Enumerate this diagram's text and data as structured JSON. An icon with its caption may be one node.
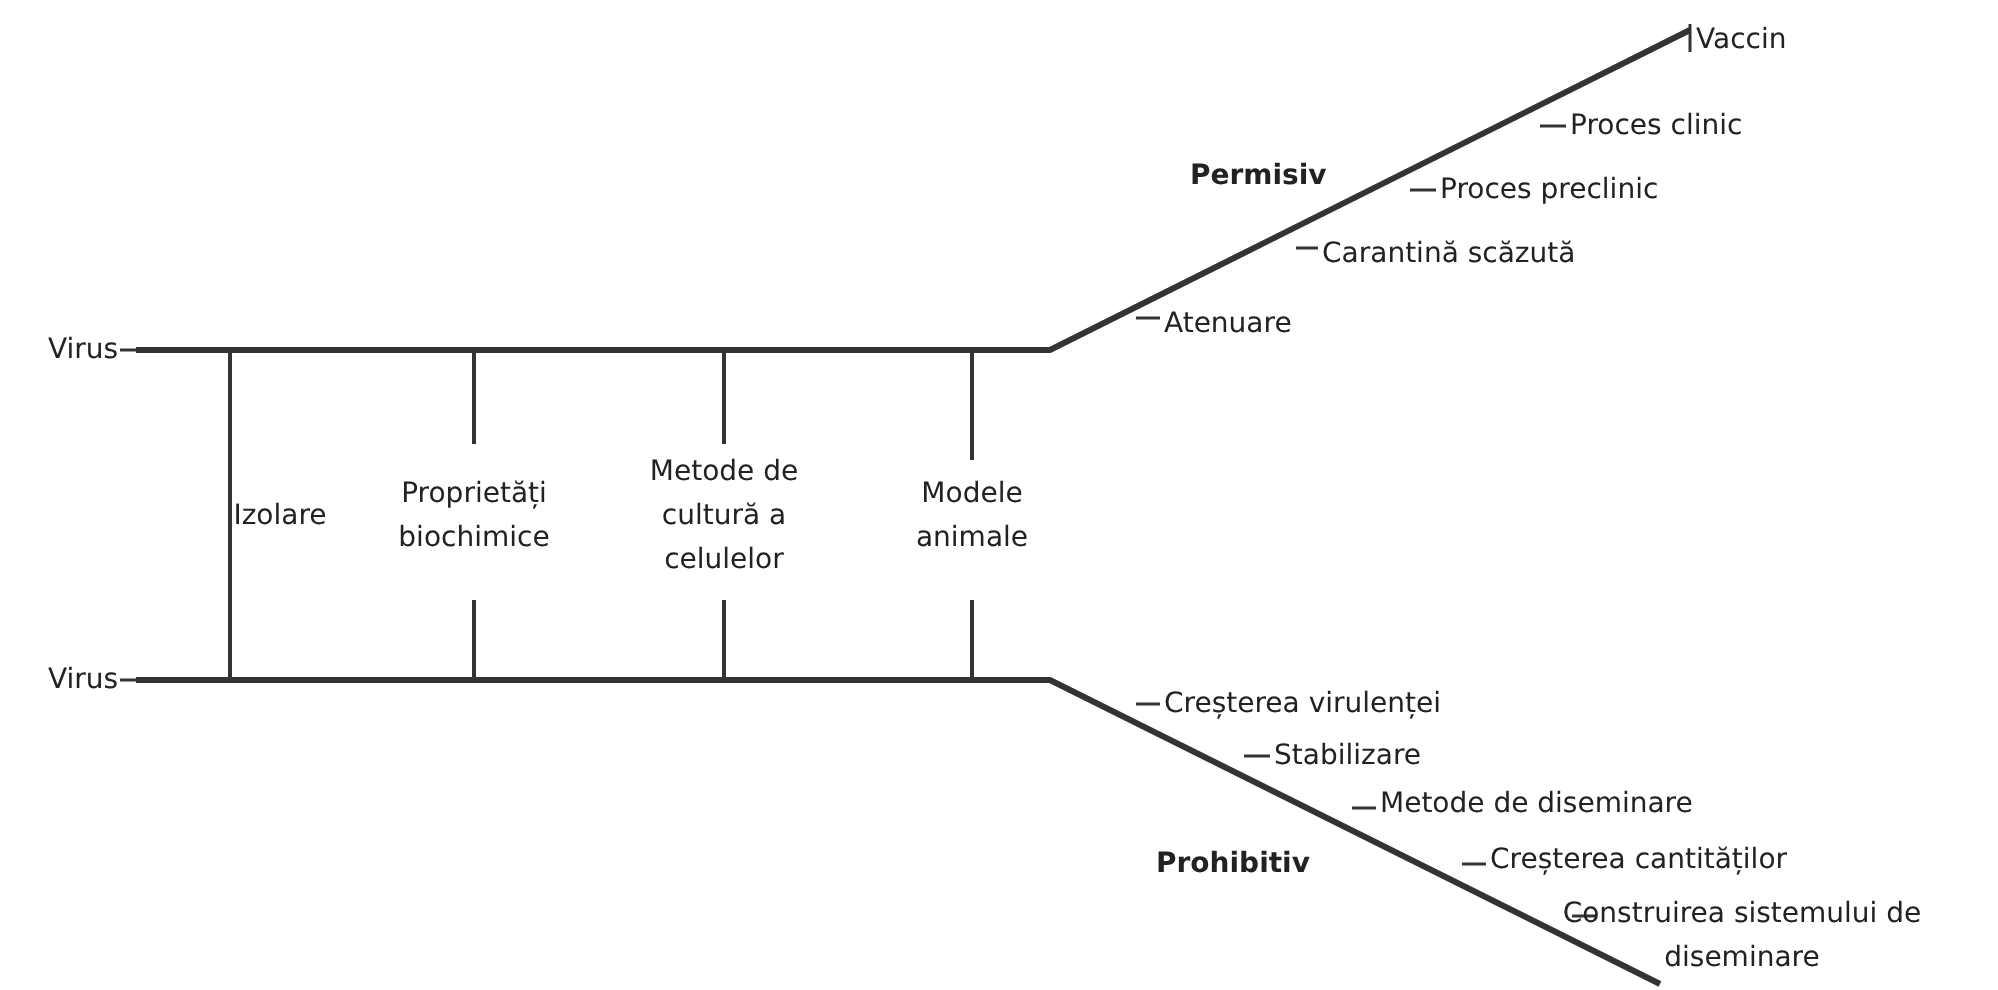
{
  "diagram": {
    "labels": [
      "Vaccin",
      "Proces clinic",
      "Permisiv",
      "Proces preclinic",
      "Carantină scăzută",
      "Virus",
      "Atenuare",
      "Izolare",
      "Proprietăți biochimice",
      "Metode de cultură a celulelor",
      "Modele animale",
      "Virus",
      "Creșterea virulenței",
      "Stabilizare",
      "Metode de diseminare",
      "Prohibitiv",
      "Creșterea cantităților",
      "Construirea sistemului de diseminare"
    ]
  }
}
